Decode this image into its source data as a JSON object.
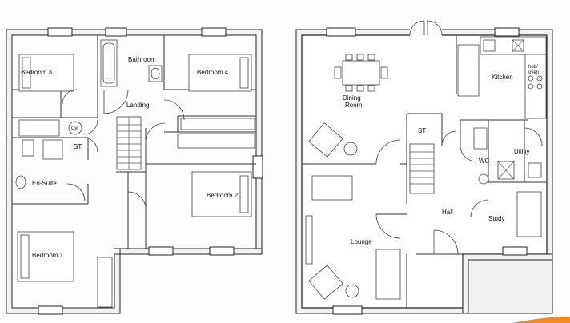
{
  "rooms": {
    "first_floor": {
      "bedroom3": "Bedroom 3",
      "bathroom": "Bathroom",
      "bedroom4": "Bedroom 4",
      "landing": "Landing",
      "cyl": "Cyl",
      "st": "ST",
      "en_suite": "En-Suite",
      "bedroom2": "Bedroom 2",
      "bedroom1": "Bedroom 1"
    },
    "ground_floor": {
      "dining_line1": "Dining",
      "dining_line2": "Room",
      "kitchen": "Kitchen",
      "hob_oven_line1": "hob/",
      "hob_oven_line2": "oven",
      "st": "ST",
      "wc": "WC",
      "utility": "Utility",
      "hall": "Hall",
      "study": "Study",
      "lounge": "Lounge"
    }
  },
  "colors": {
    "accent_corner": "#f08a24"
  }
}
